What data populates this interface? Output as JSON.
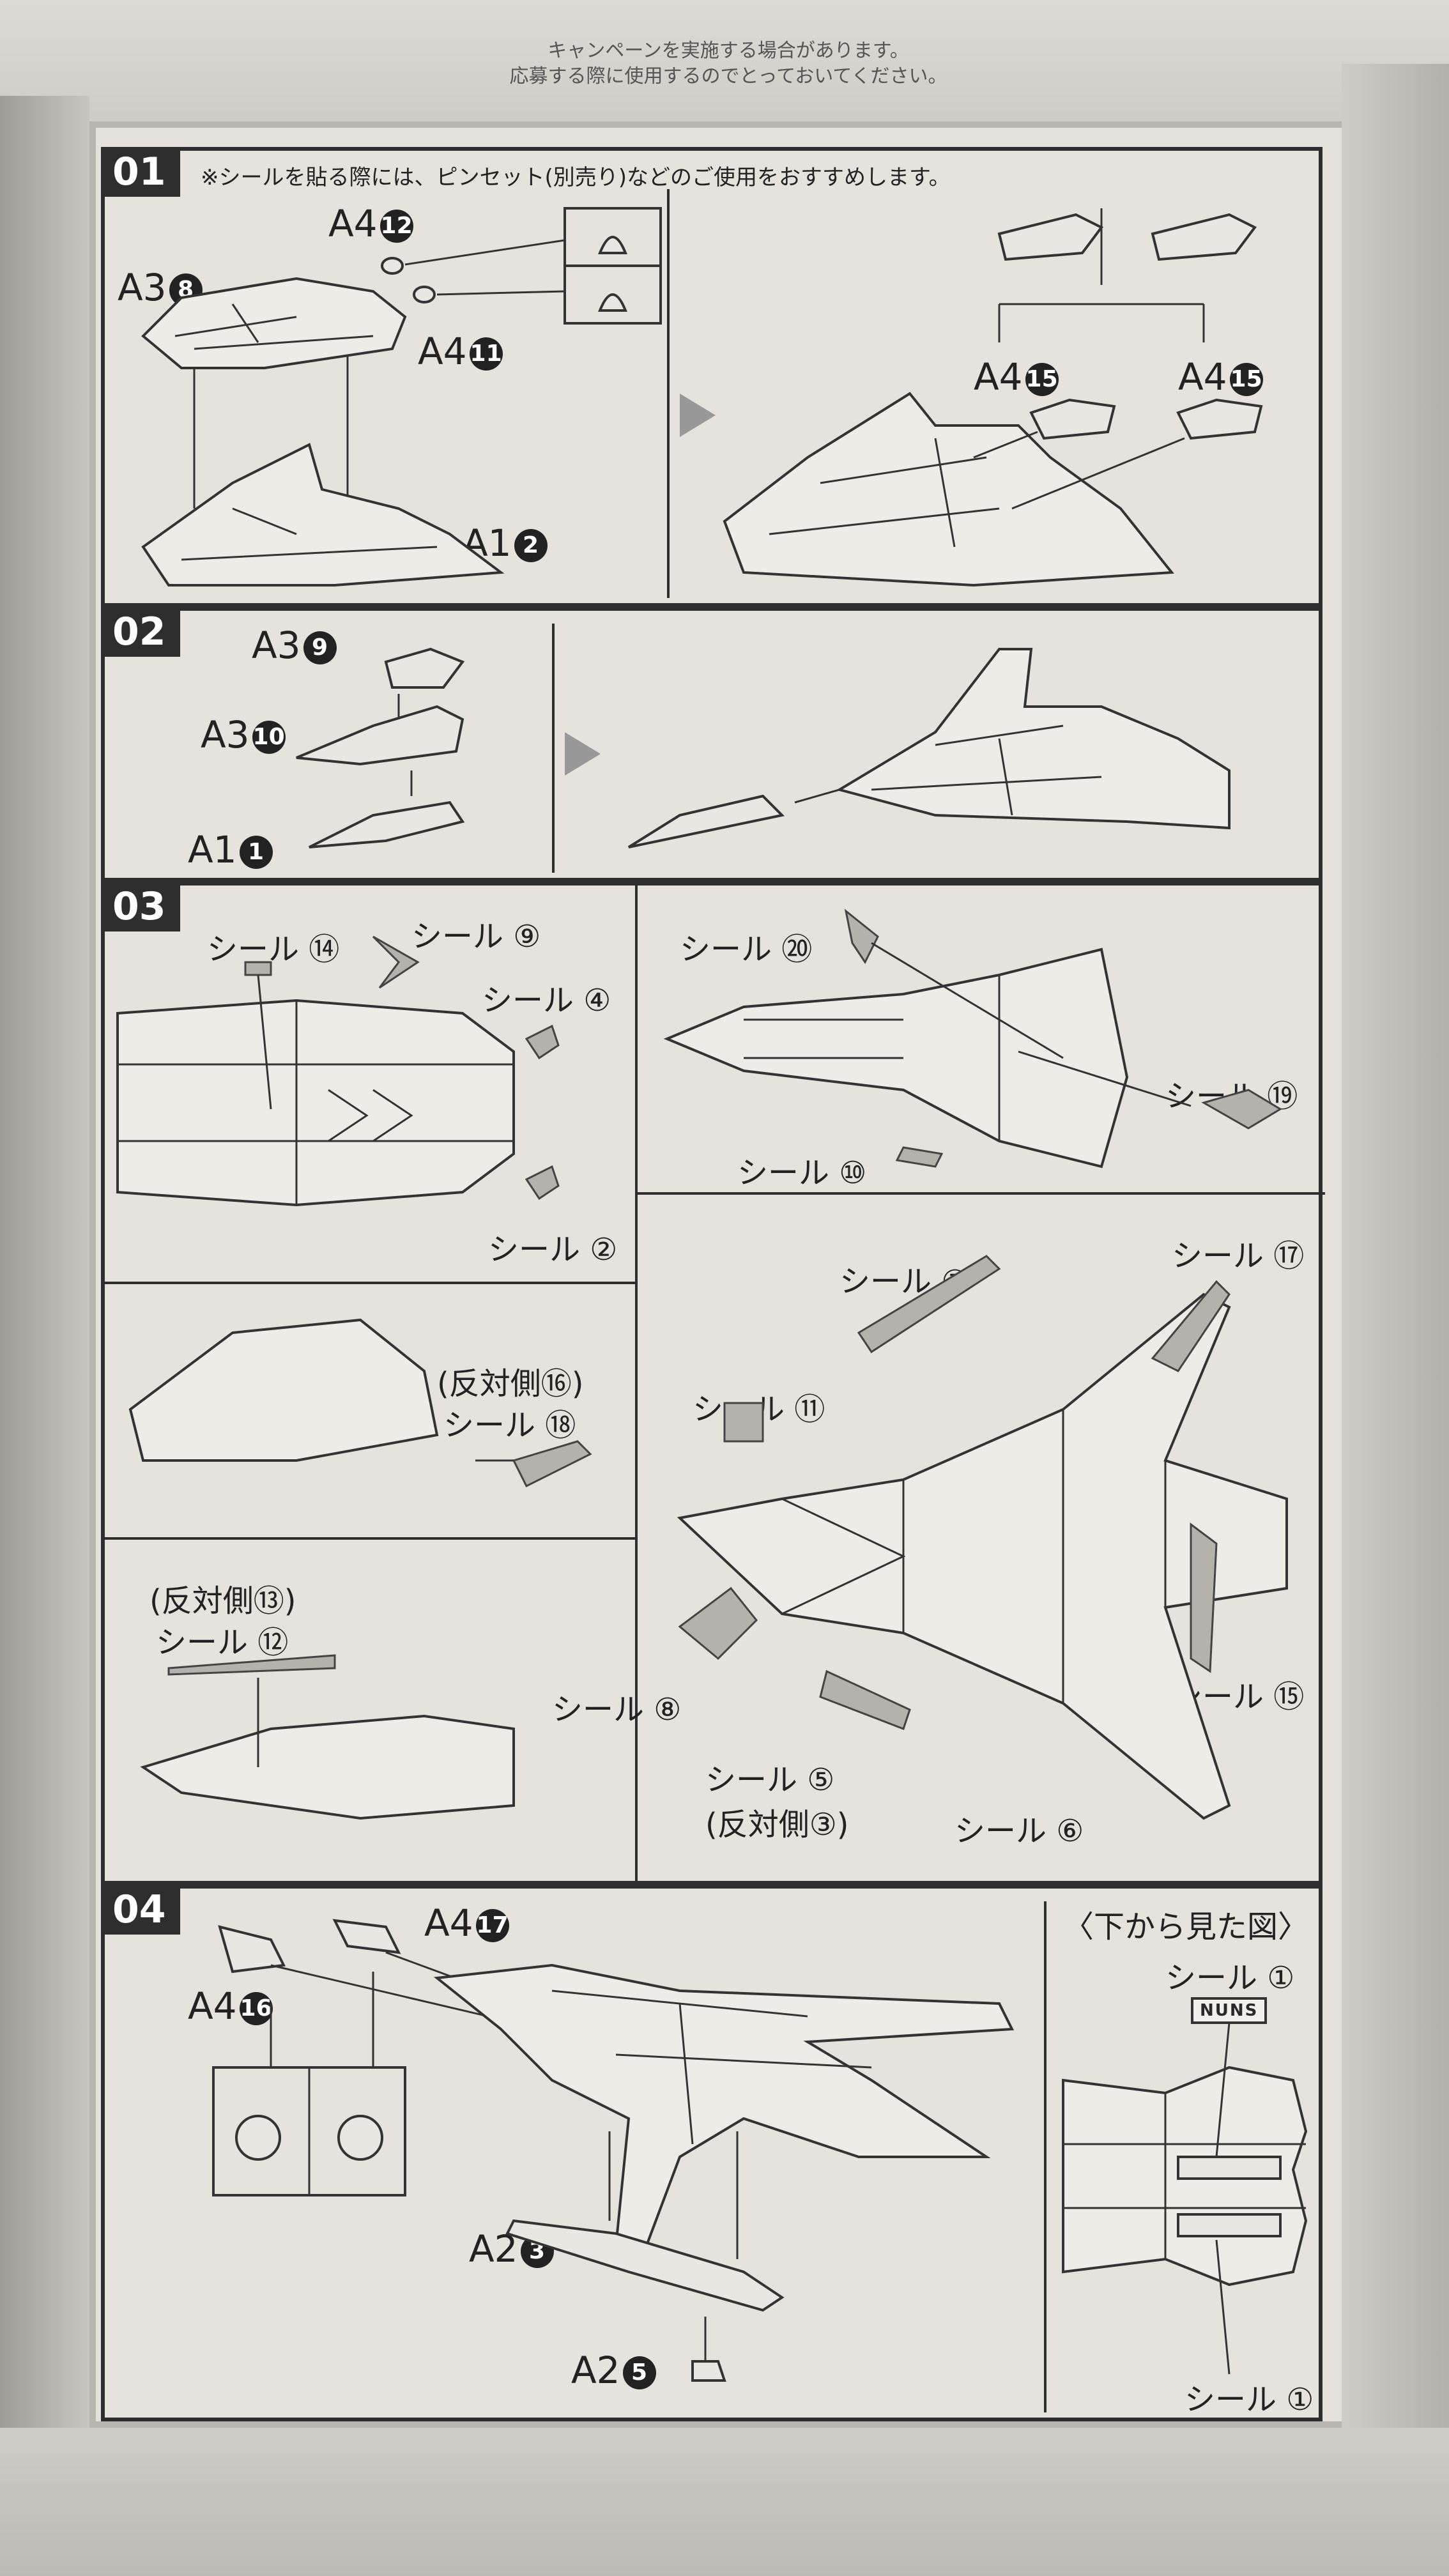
{
  "box": {
    "notice_line1": "キャンペーンを実施する場合があります。",
    "notice_line2": "応募する際に使用するのでとっておいてください。"
  },
  "step1": {
    "number": "01",
    "note": "※シールを貼る際には、ピンセット(別売り)などのご使用をおすすめします。",
    "labels": [
      "A4",
      "A3",
      "A4",
      "A1",
      "A4",
      "A4"
    ],
    "nums": [
      "12",
      "8",
      "11",
      "2",
      "15",
      "15"
    ]
  },
  "step2": {
    "number": "02",
    "labels": [
      "A3",
      "A3",
      "A1"
    ],
    "nums": [
      "9",
      "10",
      "1"
    ]
  },
  "step3": {
    "number": "03",
    "seals": [
      "シール ⑭",
      "シール ⑨",
      "シール ④",
      "シール ②",
      "シール ⑳",
      "シール ⑲",
      "シール ⑩",
      "シール ⑱",
      "シール ⑫",
      "シール ⑦",
      "シール ⑰",
      "シール ⑪",
      "シール ⑧",
      "シール ⑮",
      "シール ⑤",
      "シール ⑥"
    ],
    "opposite": [
      "(反対側⑯)",
      "(反対側⑬)",
      "(反対側③)"
    ]
  },
  "step4": {
    "number": "04",
    "labels": [
      "A4",
      "A4",
      "A2",
      "A2"
    ],
    "nums": [
      "17",
      "16",
      "3",
      "5"
    ],
    "bottom_view": "〈下から見た図〉",
    "seal_top": "シール ①",
    "seal_bottom": "シール ①",
    "decal_text": "NUNS"
  }
}
